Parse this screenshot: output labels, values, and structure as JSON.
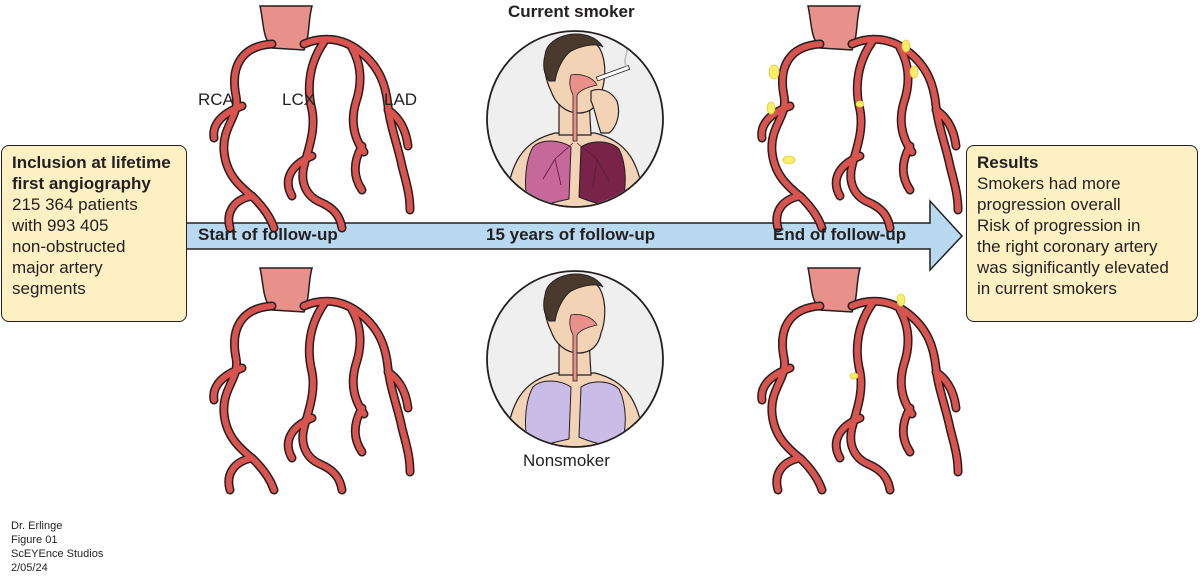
{
  "labels": {
    "rca": "RCA",
    "lcx": "LCX",
    "lad": "LAD",
    "current_smoker": "Current smoker",
    "nonsmoker": "Nonsmoker"
  },
  "arrow": {
    "start": "Start of follow-up",
    "middle": "15 years of follow-up",
    "end": "End of follow-up"
  },
  "inclusion_box": {
    "title_line1": "Inclusion at lifetime",
    "title_line2": "first angiography",
    "lines": [
      "215 364 patients",
      "with 993 405",
      "non-obstructed",
      "major artery",
      "segments"
    ]
  },
  "results_box": {
    "title": "Results",
    "lines": [
      "Smokers had more",
      "progression overall",
      "Risk of progression in",
      "the right coronary artery",
      "was significantly elevated",
      "in current smokers"
    ]
  },
  "credits": [
    "Dr. Erlinge",
    "Figure 01",
    "ScEYEnce Studios",
    "2/05/24"
  ],
  "colors": {
    "artery": "#d9534f",
    "aorta": "#e8908a",
    "plaque": "#f7ef6a",
    "box_fill": "#fdf0c2",
    "arrow_fill": "#b9d9f0",
    "skin": "#f2d3b6",
    "hair": "#4a3a2e",
    "lung_smoker": "#b54a78",
    "lung_healthy": "#c9bde8"
  }
}
